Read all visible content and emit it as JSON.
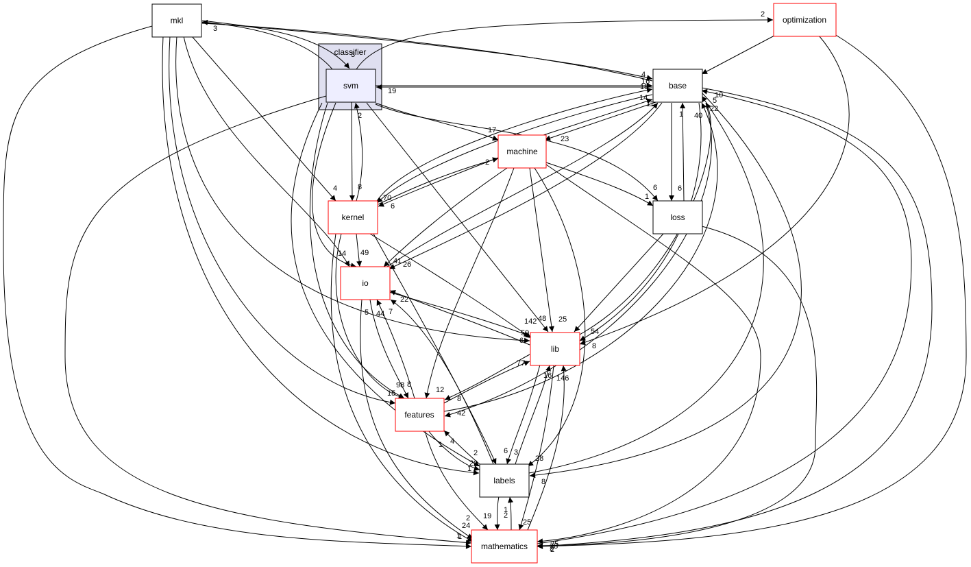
{
  "graph": {
    "cluster": {
      "label": "classifier",
      "fill": "#dfdff0",
      "stroke": "#000000"
    },
    "colors": {
      "red_border": "#ff0000",
      "black_border": "#000000",
      "focus_fill": "#eeeeff"
    },
    "nodes": [
      {
        "id": "mkl",
        "label": "mkl",
        "border": "black"
      },
      {
        "id": "svm",
        "label": "svm",
        "border": "black",
        "focus": true
      },
      {
        "id": "optimization",
        "label": "optimization",
        "border": "red"
      },
      {
        "id": "base",
        "label": "base",
        "border": "black"
      },
      {
        "id": "machine",
        "label": "machine",
        "border": "red"
      },
      {
        "id": "kernel",
        "label": "kernel",
        "border": "red"
      },
      {
        "id": "loss",
        "label": "loss",
        "border": "black"
      },
      {
        "id": "io",
        "label": "io",
        "border": "red"
      },
      {
        "id": "lib",
        "label": "lib",
        "border": "red"
      },
      {
        "id": "features",
        "label": "features",
        "border": "red"
      },
      {
        "id": "labels",
        "label": "labels",
        "border": "black"
      },
      {
        "id": "mathematics",
        "label": "mathematics",
        "border": "red"
      }
    ],
    "edge_labels": [
      "3",
      "3",
      "2",
      "19",
      "4",
      "16",
      "18",
      "14",
      "11",
      "2",
      "17",
      "23",
      "70",
      "6",
      "2",
      "8",
      "4",
      "49",
      "14",
      "26",
      "41",
      "6",
      "1",
      "1",
      "40",
      "6",
      "10",
      "5",
      "22",
      "22",
      "142",
      "48",
      "25",
      "54",
      "59",
      "6",
      "8",
      "5",
      "44",
      "7",
      "77",
      "12",
      "98",
      "8",
      "15",
      "8",
      "42",
      "16",
      "146",
      "1",
      "4",
      "2",
      "20",
      "1",
      "6",
      "3",
      "28",
      "8",
      "2",
      "19",
      "2",
      "1",
      "25",
      "24",
      "1",
      "28",
      "25",
      "2",
      "2",
      "1"
    ]
  }
}
